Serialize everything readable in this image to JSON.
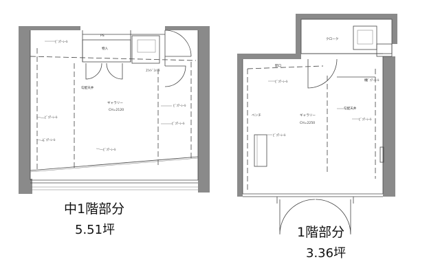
{
  "mezzanine": {
    "title": "中1階部分",
    "area": "5.51坪",
    "labels": {
      "ac_top": "ﾋﾞﾌｱｰﾚｰﾙ",
      "storage": "物入",
      "pipe": "PS",
      "gallery": "ギャラリー",
      "ceiling_height": "CH=2120",
      "ceiling_line": "勾配天井",
      "spot_left_1": "ﾋﾞﾌｱｰﾚｰﾙ",
      "spot_left_2": "ﾋﾞﾌｱｰﾚｰﾙ",
      "spot_right_1": "ﾋﾞﾌｱｰﾚｰﾙ",
      "spot_right_2": "ﾋﾞﾌｱｰﾚｰﾙ",
      "spot_bottom": "ﾋﾞﾌｱｰﾚｰﾙ",
      "rail_note": "ｽﾗｲﾄﾞｽｲｯﾁ"
    }
  },
  "ground": {
    "title": "1階部分",
    "area": "3.36坪",
    "labels": {
      "closet": "クローク",
      "gallery": "ギャラリー",
      "ceiling_height": "CH=2250",
      "bench": "ベンチ",
      "ceiling_line": "勾配天井",
      "spot_1": "ﾋﾞﾌｱｰﾚｰﾙ",
      "spot_2": "ﾋﾞﾌｱｰﾚｰﾙ",
      "spot_3": "ﾋﾞﾌｱｰﾚｰﾙ",
      "spot_4": "ﾋﾞﾌｱｰﾚｰﾙ",
      "shelf": "棚",
      "opening": "開口"
    }
  }
}
